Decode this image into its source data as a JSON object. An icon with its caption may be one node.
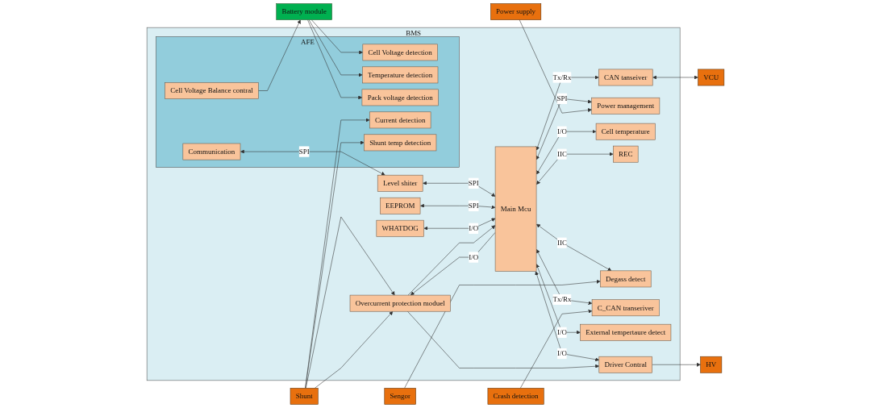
{
  "diagram": {
    "nodes": [
      {
        "text": [
          "BMS"
        ]
      },
      {
        "text": [
          "AFE"
        ],
        "in": 0
      },
      {
        "text": [
          "Cell Voltage detection"
        ],
        "in": 1
      },
      {
        "text": [
          "Temperature detection"
        ],
        "in": 1
      },
      {
        "text": [
          "Cell Voltage Balance contral"
        ],
        "in": 1
      },
      {
        "text": [
          "Pack voltage detection"
        ],
        "in": 1
      },
      {
        "text": [
          "Current detection"
        ],
        "in": 1
      },
      {
        "text": [
          "Shunt temp detection"
        ],
        "in": 1
      },
      {
        "text": [
          "Communication"
        ],
        "in": 1
      },
      {
        "text": [
          "Level shiter"
        ],
        "in": 0
      },
      {
        "text": [
          "EEPROM"
        ],
        "in": 0
      },
      {
        "text": [
          "WHATDOG"
        ],
        "in": 0
      },
      {
        "text": [
          "Main Mcu"
        ],
        "in": 0
      },
      {
        "text": [
          "CAN tanseiver"
        ],
        "in": 0
      },
      {
        "text": [
          "Power management"
        ],
        "in": 0
      },
      {
        "text": [
          "Cell temperature"
        ],
        "in": 0
      },
      {
        "text": [
          "REC"
        ],
        "in": 0
      },
      {
        "text": [
          "Degass detect"
        ],
        "in": 0
      },
      {
        "text": [
          "C_CAN transeriver"
        ],
        "in": 0
      },
      {
        "text": [
          "External tempertaure detect"
        ],
        "in": 0
      },
      {
        "text": [
          "Driver Contral"
        ],
        "in": 0
      },
      {
        "text": [
          "Overcurrent protection moduel"
        ],
        "in": 0
      },
      {
        "text": [
          "Battery module"
        ]
      },
      {
        "text": [
          "VCU"
        ]
      },
      {
        "text": [
          "Power supply"
        ]
      },
      {
        "text": [
          "Sengor"
        ]
      },
      {
        "text": [
          "Crash detection"
        ]
      },
      {
        "text": [
          "HV"
        ]
      },
      {
        "text": [
          "Shunt"
        ]
      }
    ],
    "edges": [
      {
        "from": 22,
        "to": 2,
        "arrow": "to"
      },
      {
        "from": 22,
        "to": 3,
        "arrow": "to"
      },
      {
        "from": 4,
        "to": 22,
        "arrow": "to"
      },
      {
        "from": 22,
        "to": 5,
        "arrow": "to"
      },
      {
        "from": 28,
        "to": 6,
        "arrow": "to"
      },
      {
        "from": 28,
        "to": 7,
        "arrow": "to"
      },
      {
        "from": 8,
        "to": 9,
        "arrow": "both",
        "label": "SPI"
      },
      {
        "from": 9,
        "to": 12,
        "arrow": "both",
        "label": "SPI"
      },
      {
        "from": 10,
        "to": 12,
        "arrow": "both",
        "label": "SPI"
      },
      {
        "from": 11,
        "to": 12,
        "arrow": "both",
        "label": "I/O"
      },
      {
        "from": 12,
        "to": 13,
        "arrow": "both",
        "label": "Tx/Rx"
      },
      {
        "from": 12,
        "to": 14,
        "arrow": "both",
        "label": "SPI"
      },
      {
        "from": 12,
        "to": 15,
        "arrow": "both",
        "label": "I/O"
      },
      {
        "from": 12,
        "to": 16,
        "arrow": "both",
        "label": "IIC"
      },
      {
        "from": 12,
        "to": 17,
        "arrow": "both",
        "label": "IIC"
      },
      {
        "from": 12,
        "to": 18,
        "arrow": "both",
        "label": "Tx/Rx"
      },
      {
        "from": 12,
        "to": 19,
        "arrow": "both",
        "label": "I/O"
      },
      {
        "from": 12,
        "to": 20,
        "arrow": "both",
        "label": "I/O"
      },
      {
        "from": 13,
        "to": 23,
        "arrow": "both"
      },
      {
        "from": 24,
        "to": 14,
        "arrow": "to"
      },
      {
        "from": 25,
        "to": 17,
        "arrow": "to"
      },
      {
        "from": 26,
        "to": 18,
        "arrow": "to"
      },
      {
        "from": 20,
        "to": 27,
        "arrow": "to"
      },
      {
        "from": 12,
        "to": 21,
        "arrow": "to",
        "label": "I/O"
      },
      {
        "from": 21,
        "to": 12,
        "arrow": "to"
      },
      {
        "from": 21,
        "to": 20,
        "arrow": "to"
      },
      {
        "from": 28,
        "to": 21,
        "arrow": "to"
      },
      {
        "from": 28,
        "to": 21,
        "arrow": "to"
      }
    ]
  }
}
